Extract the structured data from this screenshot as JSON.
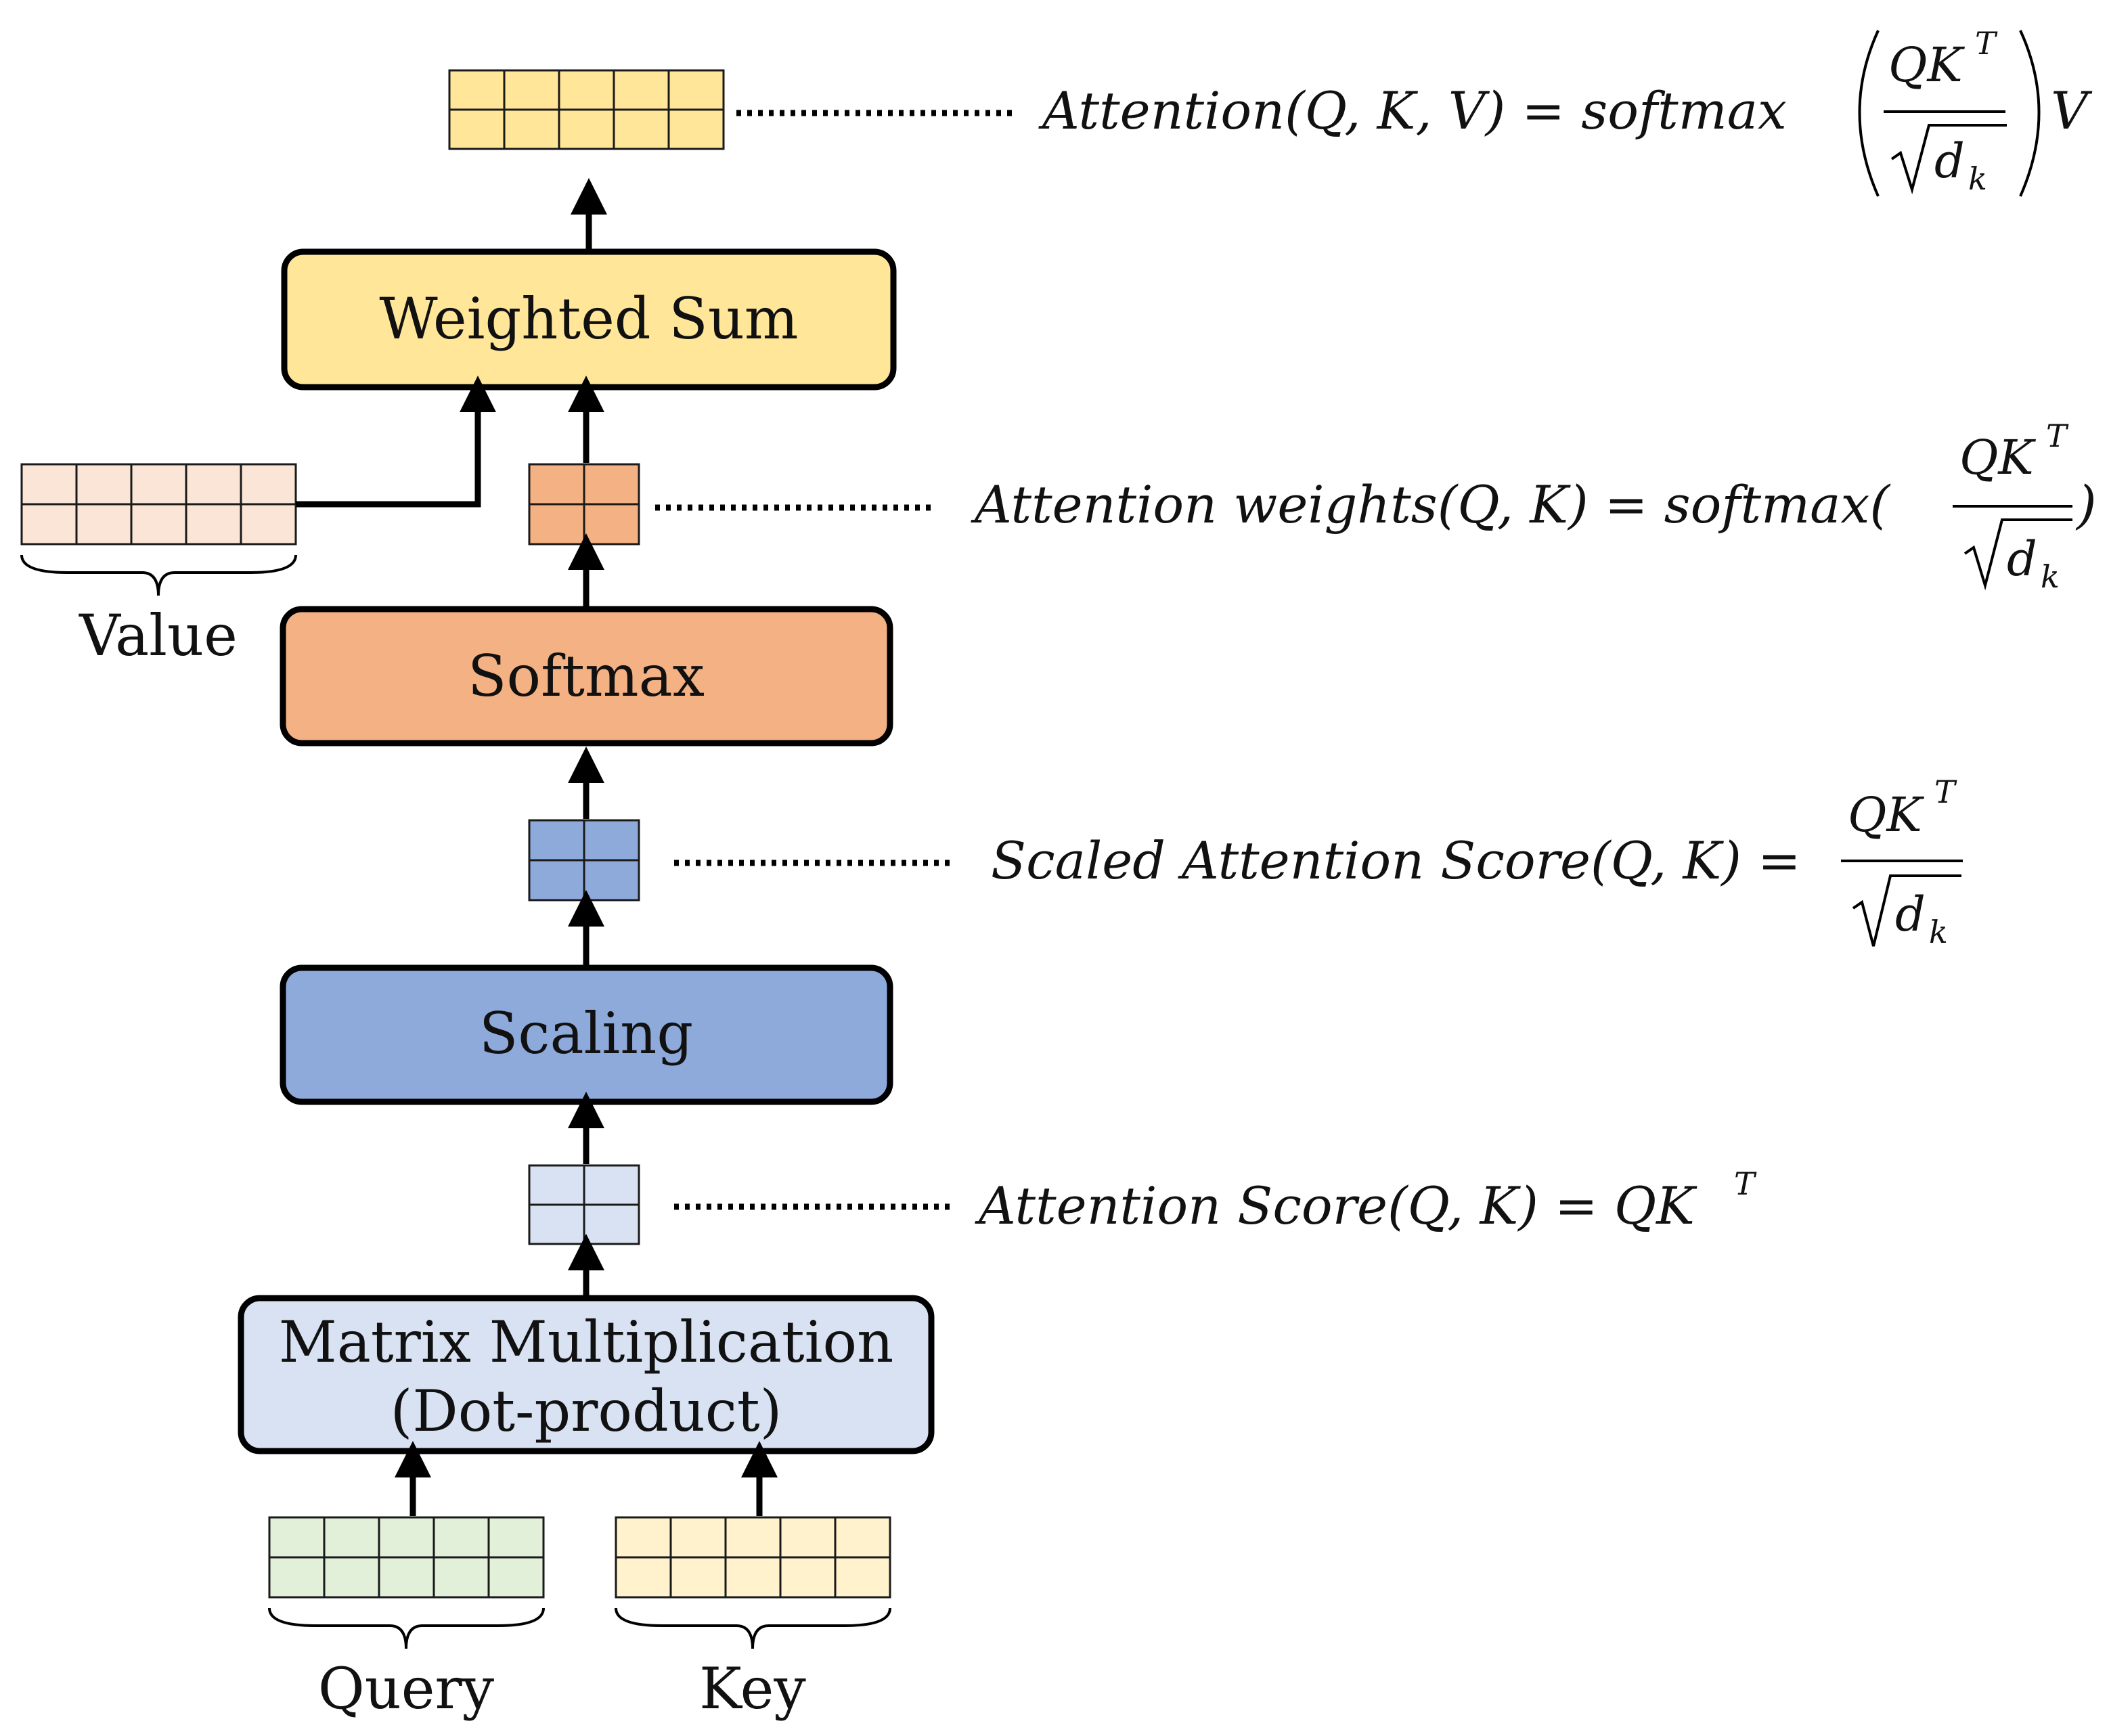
{
  "blocks": {
    "matmul_line1": "Matrix Multiplication",
    "matmul_line2": "(Dot-product)",
    "scaling": "Scaling",
    "softmax": "Softmax",
    "weighted_sum": "Weighted Sum"
  },
  "inputs": {
    "query": "Query",
    "key": "Key",
    "value": "Value"
  },
  "formulas": {
    "score": {
      "lhs": "Attention Score(Q, K) = QK",
      "sup": "T"
    },
    "scaled": {
      "lhs": "Scaled Attention Score(Q, K) =",
      "num": "QK",
      "num_sup": "T",
      "den": "d",
      "den_sub": "k"
    },
    "weights": {
      "lhs": "Attention weights(Q, K) = softmax(",
      "num": "QK",
      "num_sup": "T",
      "den": "d",
      "den_sub": "k",
      "rhs": ")"
    },
    "attention": {
      "lhs": "Attention(Q, K, V) = softmax",
      "num": "QK",
      "num_sup": "T",
      "den": "d",
      "den_sub": "k",
      "rhs": "V"
    }
  },
  "colors": {
    "matmul": "#d9e2f3",
    "scaling": "#8eaadb",
    "softmax": "#f4b183",
    "weighted_sum": "#ffe699",
    "query": "#e2efd9",
    "key": "#fff2cc",
    "value": "#fbe5d6"
  }
}
